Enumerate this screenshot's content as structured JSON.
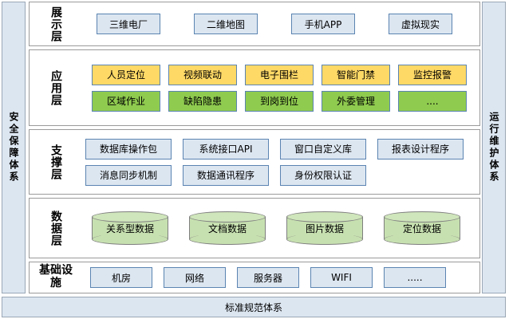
{
  "colors": {
    "band_fill": "#dce6f1",
    "blue_fill": "#dce6f1",
    "blue_border": "#5b84b1",
    "yellow_fill": "#ffd966",
    "green_fill": "#8fcb4f",
    "cylinder_fill": "#c7e0b0",
    "panel_border": "#9a9a9a",
    "text": "#000000"
  },
  "side_bands": {
    "left": {
      "label": "安全保障体系"
    },
    "right": {
      "label": "运行维护体系"
    }
  },
  "layers": [
    {
      "id": "presentation",
      "label": "展示层",
      "rows": [
        {
          "style": "blue",
          "items": [
            {
              "label": "三维电厂"
            },
            {
              "label": "二维地图"
            },
            {
              "label": "手机APP"
            },
            {
              "label": "虚拟现实"
            }
          ]
        }
      ]
    },
    {
      "id": "application",
      "label": "应用层",
      "rows": [
        {
          "style": "yellow",
          "items": [
            {
              "label": "人员定位"
            },
            {
              "label": "视频联动"
            },
            {
              "label": "电子围栏"
            },
            {
              "label": "智能门禁"
            },
            {
              "label": "监控报警"
            }
          ]
        },
        {
          "style": "green",
          "items": [
            {
              "label": "区域作业"
            },
            {
              "label": "缺陷隐患"
            },
            {
              "label": "到岗到位"
            },
            {
              "label": "外委管理"
            },
            {
              "label": "...."
            }
          ]
        }
      ]
    },
    {
      "id": "support",
      "label": "支撑层",
      "rows": [
        {
          "style": "blue",
          "items": [
            {
              "label": "数据库操作包"
            },
            {
              "label": "系统接口API"
            },
            {
              "label": "窗口自定义库"
            },
            {
              "label": "报表设计程序"
            }
          ]
        },
        {
          "style": "blue",
          "items": [
            {
              "label": "消息同步机制"
            },
            {
              "label": "数据通讯程序"
            },
            {
              "label": "身份权限认证"
            }
          ]
        }
      ]
    },
    {
      "id": "data",
      "label": "数据层",
      "rows": [
        {
          "style": "cylinder",
          "items": [
            {
              "label": "关系型数据"
            },
            {
              "label": "文档数据"
            },
            {
              "label": "图片数据"
            },
            {
              "label": "定位数据"
            }
          ]
        }
      ]
    },
    {
      "id": "infrastructure",
      "label": "基础设施",
      "rows": [
        {
          "style": "blue",
          "items": [
            {
              "label": "机房"
            },
            {
              "label": "网络"
            },
            {
              "label": "服务器"
            },
            {
              "label": "WIFI"
            },
            {
              "label": "....."
            }
          ]
        }
      ]
    }
  ],
  "bottom_bar": {
    "label": "标准规范体系"
  }
}
